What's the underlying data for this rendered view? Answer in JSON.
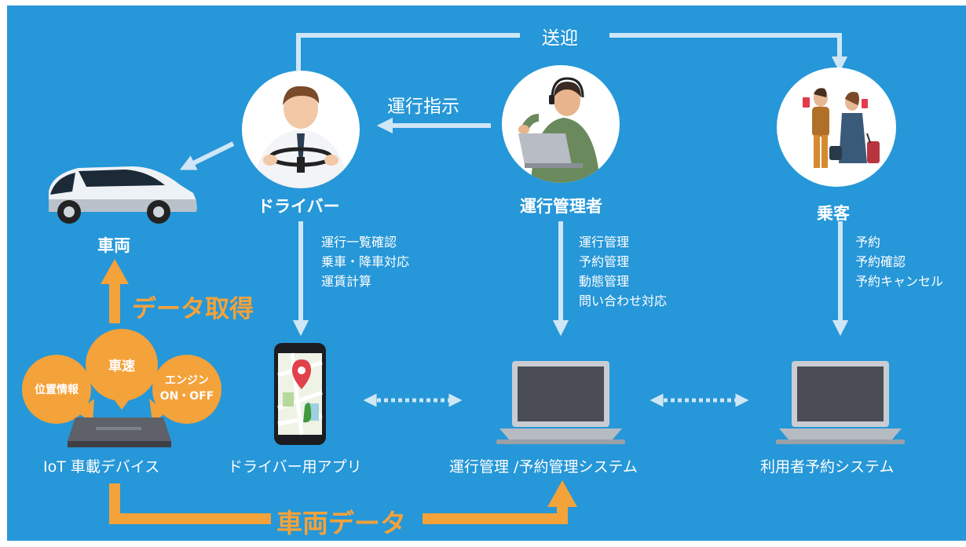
{
  "colors": {
    "background": "#2697d8",
    "arrow": "#cfe6f6",
    "accent_orange": "#f4a23a",
    "text": "#ffffff"
  },
  "flows": {
    "pickup": "送迎",
    "dispatch": "運行指示",
    "data_acquire": "データ取得",
    "vehicle_data": "車両データ"
  },
  "actors": {
    "driver": "ドライバー",
    "manager": "運行管理者",
    "passenger": "乗客",
    "vehicle": "車両"
  },
  "tasks": {
    "driver": [
      "運行一覧確認",
      "乗車・降車対応",
      "運賃計算"
    ],
    "manager": [
      "運行管理",
      "予約管理",
      "動態管理",
      "問い合わせ対応"
    ],
    "passenger": [
      "予約",
      "予約確認",
      "予約キャンセル"
    ]
  },
  "systems": {
    "iot": "IoT 車載デバイス",
    "driver_app": "ドライバー用アプリ",
    "management": "運行管理 /予約管理システム",
    "user_booking": "利用者予約システム"
  },
  "iot_bubbles": {
    "position": "位置情報",
    "speed": "車速",
    "engine_line1": "エンジン",
    "engine_line2": "ON・OFF"
  },
  "icons": [
    "driver-avatar-icon",
    "operator-avatar-icon",
    "passengers-avatar-icon",
    "car-icon",
    "smartphone-icon",
    "laptop-icon",
    "iot-device-icon"
  ]
}
